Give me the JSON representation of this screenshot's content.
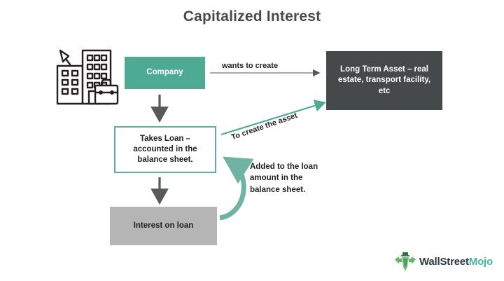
{
  "title": "Capitalized Interest",
  "colors": {
    "teal": "#4cab92",
    "teal_border": "#63ab9b",
    "dark_box": "#45494a",
    "gray_box": "#b5b5b5",
    "arrow_gray": "#58595b",
    "text_dark": "#231f20",
    "title_gray": "#4a4a4a",
    "logo_dark": "#2b3a42",
    "logo_teal": "#3fb6a8",
    "background": "#ffffff"
  },
  "icons": {
    "building": "office-building-icon",
    "briefcase": "briefcase-icon",
    "satellite_dish": "satellite-dish-icon",
    "logo_mark": "wallstreetmojo-bull-logo-icon"
  },
  "nodes": {
    "company": "Company",
    "long_term_asset": "Long Term Asset – real estate, transport facility, etc",
    "takes_loan": "Takes Loan – accounted in the balance sheet.",
    "interest_on_loan": "Interest on loan"
  },
  "connectors": {
    "wants_to_create": "wants to create",
    "to_create_the_asset": "To create the asset",
    "added_to_loan": "Added to the loan amount in the balance sheet."
  },
  "logo": {
    "part1": "WallStreet",
    "part2": "Mojo"
  }
}
